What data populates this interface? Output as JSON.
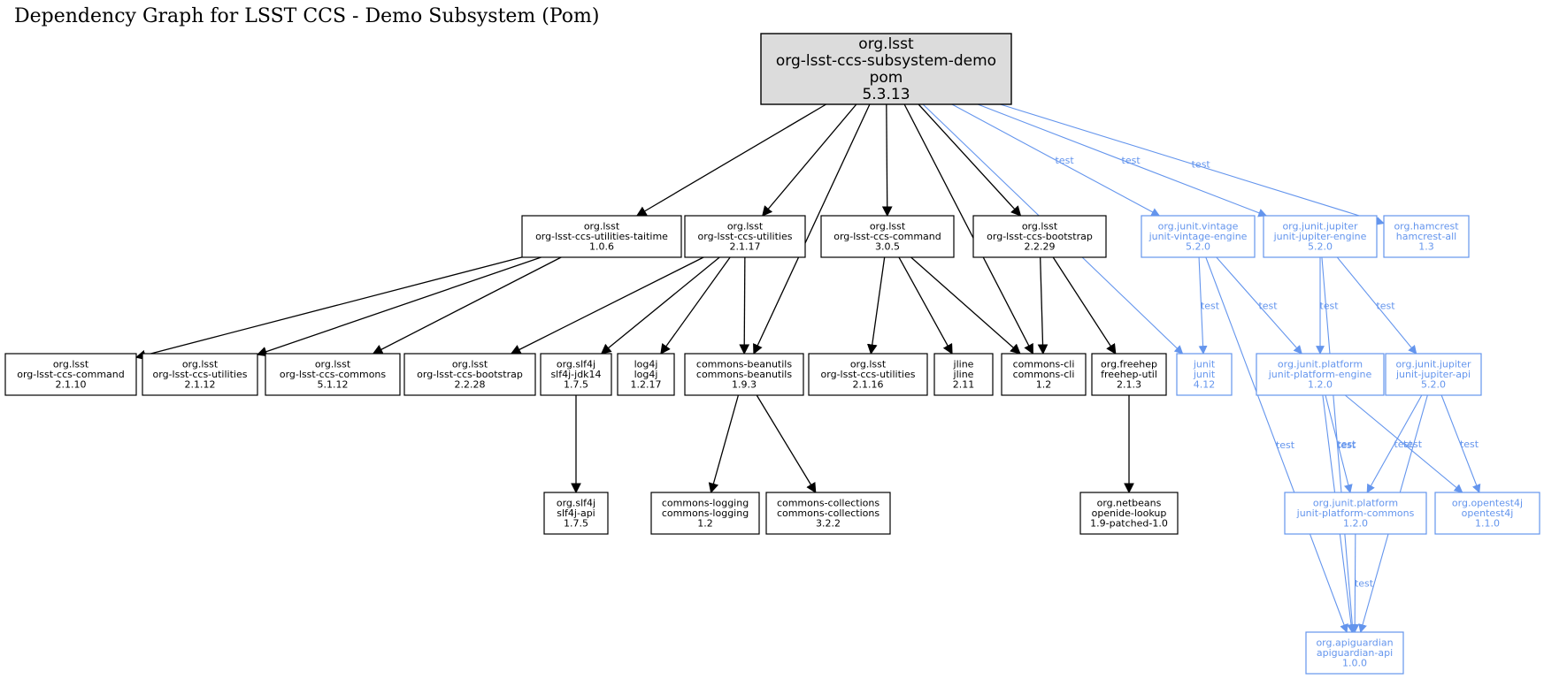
{
  "title": "Dependency Graph for LSST CCS - Demo Subsystem (Pom)",
  "colors": {
    "compile": "#000000",
    "test": "#6495ed",
    "root_fill": "#dcdcdc"
  },
  "root": {
    "lines": [
      "org.lsst",
      "org-lsst-ccs-subsystem-demo",
      "pom",
      "5.3.13"
    ]
  },
  "nodes": [
    {
      "id": "taitime",
      "scope": "compile",
      "lines": [
        "org.lsst",
        "org-lsst-ccs-utilities-taitime",
        "1.0.6"
      ]
    },
    {
      "id": "utilities2117",
      "scope": "compile",
      "lines": [
        "org.lsst",
        "org-lsst-ccs-utilities",
        "2.1.17"
      ]
    },
    {
      "id": "command305",
      "scope": "compile",
      "lines": [
        "org.lsst",
        "org-lsst-ccs-command",
        "3.0.5"
      ]
    },
    {
      "id": "bootstrap2229",
      "scope": "compile",
      "lines": [
        "org.lsst",
        "org-lsst-ccs-bootstrap",
        "2.2.29"
      ]
    },
    {
      "id": "vintage",
      "scope": "test",
      "lines": [
        "org.junit.vintage",
        "junit-vintage-engine",
        "5.2.0"
      ]
    },
    {
      "id": "jupiterengine",
      "scope": "test",
      "lines": [
        "org.junit.jupiter",
        "junit-jupiter-engine",
        "5.2.0"
      ]
    },
    {
      "id": "hamcrest",
      "scope": "test",
      "lines": [
        "org.hamcrest",
        "hamcrest-all",
        "1.3"
      ]
    },
    {
      "id": "command2110",
      "scope": "compile",
      "lines": [
        "org.lsst",
        "org-lsst-ccs-command",
        "2.1.10"
      ]
    },
    {
      "id": "utilities2112",
      "scope": "compile",
      "lines": [
        "org.lsst",
        "org-lsst-ccs-utilities",
        "2.1.12"
      ]
    },
    {
      "id": "commons5112",
      "scope": "compile",
      "lines": [
        "org.lsst",
        "org-lsst-ccs-commons",
        "5.1.12"
      ]
    },
    {
      "id": "bootstrap2228",
      "scope": "compile",
      "lines": [
        "org.lsst",
        "org-lsst-ccs-bootstrap",
        "2.2.28"
      ]
    },
    {
      "id": "slf4jjdk",
      "scope": "compile",
      "lines": [
        "org.slf4j",
        "slf4j-jdk14",
        "1.7.5"
      ]
    },
    {
      "id": "log4j",
      "scope": "compile",
      "lines": [
        "log4j",
        "log4j",
        "1.2.17"
      ]
    },
    {
      "id": "beanutils",
      "scope": "compile",
      "lines": [
        "commons-beanutils",
        "commons-beanutils",
        "1.9.3"
      ]
    },
    {
      "id": "utilities2116",
      "scope": "compile",
      "lines": [
        "org.lsst",
        "org-lsst-ccs-utilities",
        "2.1.16"
      ]
    },
    {
      "id": "jline",
      "scope": "compile",
      "lines": [
        "jline",
        "jline",
        "2.11"
      ]
    },
    {
      "id": "commonscli",
      "scope": "compile",
      "lines": [
        "commons-cli",
        "commons-cli",
        "1.2"
      ]
    },
    {
      "id": "freehep",
      "scope": "compile",
      "lines": [
        "org.freehep",
        "freehep-util",
        "2.1.3"
      ]
    },
    {
      "id": "junit",
      "scope": "test",
      "lines": [
        "junit",
        "junit",
        "4.12"
      ]
    },
    {
      "id": "platformengine",
      "scope": "test",
      "lines": [
        "org.junit.platform",
        "junit-platform-engine",
        "1.2.0"
      ]
    },
    {
      "id": "jupiterapi",
      "scope": "test",
      "lines": [
        "org.junit.jupiter",
        "junit-jupiter-api",
        "5.2.0"
      ]
    },
    {
      "id": "slf4japi",
      "scope": "compile",
      "lines": [
        "org.slf4j",
        "slf4j-api",
        "1.7.5"
      ]
    },
    {
      "id": "logging",
      "scope": "compile",
      "lines": [
        "commons-logging",
        "commons-logging",
        "1.2"
      ]
    },
    {
      "id": "collections",
      "scope": "compile",
      "lines": [
        "commons-collections",
        "commons-collections",
        "3.2.2"
      ]
    },
    {
      "id": "openide",
      "scope": "compile",
      "lines": [
        "org.netbeans",
        "openide-lookup",
        "1.9-patched-1.0"
      ]
    },
    {
      "id": "platformcommons",
      "scope": "test",
      "lines": [
        "org.junit.platform",
        "junit-platform-commons",
        "1.2.0"
      ]
    },
    {
      "id": "opentest4j",
      "scope": "test",
      "lines": [
        "org.opentest4j",
        "opentest4j",
        "1.1.0"
      ]
    },
    {
      "id": "apiguardian",
      "scope": "test",
      "lines": [
        "org.apiguardian",
        "apiguardian-api",
        "1.0.0"
      ]
    }
  ],
  "edges": [
    {
      "from": "root",
      "to": "taitime",
      "scope": "compile",
      "label": ""
    },
    {
      "from": "root",
      "to": "utilities2117",
      "scope": "compile",
      "label": ""
    },
    {
      "from": "root",
      "to": "beanutils",
      "scope": "compile",
      "label": ""
    },
    {
      "from": "root",
      "to": "command305",
      "scope": "compile",
      "label": ""
    },
    {
      "from": "root",
      "to": "commonscli",
      "scope": "compile",
      "label": ""
    },
    {
      "from": "root",
      "to": "bootstrap2229",
      "scope": "compile",
      "label": ""
    },
    {
      "from": "root",
      "to": "junit",
      "scope": "test",
      "label": "test"
    },
    {
      "from": "root",
      "to": "vintage",
      "scope": "test",
      "label": "test"
    },
    {
      "from": "root",
      "to": "jupiterengine",
      "scope": "test",
      "label": "test"
    },
    {
      "from": "root",
      "to": "hamcrest",
      "scope": "test",
      "label": "test"
    },
    {
      "from": "taitime",
      "to": "command2110",
      "scope": "compile",
      "label": ""
    },
    {
      "from": "taitime",
      "to": "utilities2112",
      "scope": "compile",
      "label": ""
    },
    {
      "from": "taitime",
      "to": "commons5112",
      "scope": "compile",
      "label": ""
    },
    {
      "from": "utilities2117",
      "to": "bootstrap2228",
      "scope": "compile",
      "label": ""
    },
    {
      "from": "utilities2117",
      "to": "slf4jjdk",
      "scope": "compile",
      "label": ""
    },
    {
      "from": "utilities2117",
      "to": "log4j",
      "scope": "compile",
      "label": ""
    },
    {
      "from": "utilities2117",
      "to": "beanutils",
      "scope": "compile",
      "label": ""
    },
    {
      "from": "command305",
      "to": "utilities2116",
      "scope": "compile",
      "label": ""
    },
    {
      "from": "command305",
      "to": "jline",
      "scope": "compile",
      "label": ""
    },
    {
      "from": "command305",
      "to": "commonscli",
      "scope": "compile",
      "label": ""
    },
    {
      "from": "bootstrap2229",
      "to": "commonscli",
      "scope": "compile",
      "label": ""
    },
    {
      "from": "bootstrap2229",
      "to": "freehep",
      "scope": "compile",
      "label": ""
    },
    {
      "from": "slf4jjdk",
      "to": "slf4japi",
      "scope": "compile",
      "label": ""
    },
    {
      "from": "beanutils",
      "to": "logging",
      "scope": "compile",
      "label": ""
    },
    {
      "from": "beanutils",
      "to": "collections",
      "scope": "compile",
      "label": ""
    },
    {
      "from": "freehep",
      "to": "openide",
      "scope": "compile",
      "label": ""
    },
    {
      "from": "vintage",
      "to": "junit",
      "scope": "test",
      "label": "test"
    },
    {
      "from": "vintage",
      "to": "platformengine",
      "scope": "test",
      "label": "test"
    },
    {
      "from": "vintage",
      "to": "apiguardian",
      "scope": "test",
      "label": "test"
    },
    {
      "from": "jupiterengine",
      "to": "platformengine",
      "scope": "test",
      "label": "test"
    },
    {
      "from": "jupiterengine",
      "to": "jupiterapi",
      "scope": "test",
      "label": "test"
    },
    {
      "from": "jupiterengine",
      "to": "apiguardian",
      "scope": "test",
      "label": "test"
    },
    {
      "from": "platformengine",
      "to": "platformcommons",
      "scope": "test",
      "label": "test"
    },
    {
      "from": "platformengine",
      "to": "opentest4j",
      "scope": "test",
      "label": "test"
    },
    {
      "from": "platformengine",
      "to": "apiguardian",
      "scope": "test",
      "label": "test"
    },
    {
      "from": "jupiterapi",
      "to": "platformcommons",
      "scope": "test",
      "label": "test"
    },
    {
      "from": "jupiterapi",
      "to": "opentest4j",
      "scope": "test",
      "label": "test"
    },
    {
      "from": "jupiterapi",
      "to": "apiguardian",
      "scope": "test",
      "label": "test"
    },
    {
      "from": "platformcommons",
      "to": "apiguardian",
      "scope": "test",
      "label": "test"
    }
  ]
}
